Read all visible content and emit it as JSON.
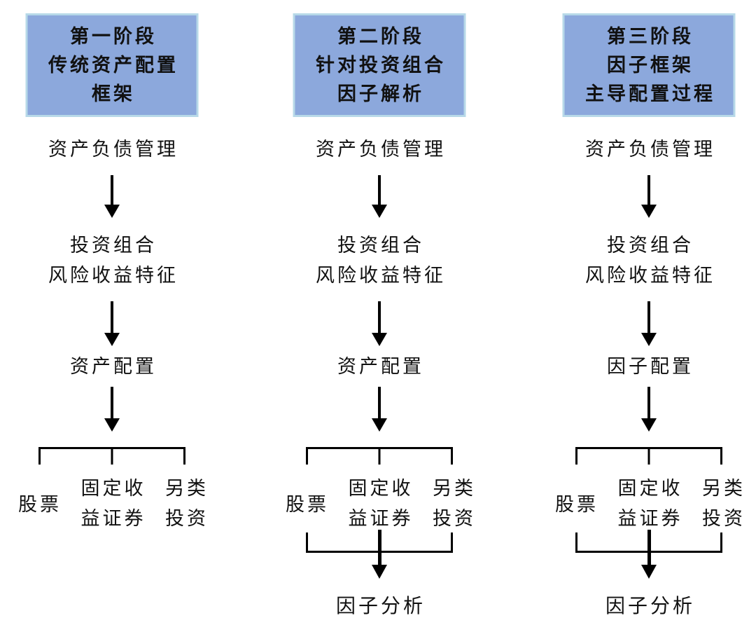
{
  "diagram": {
    "columns": [
      {
        "header": [
          "第一阶段",
          "传统资产配置",
          "框架"
        ],
        "step1": "资产负债管理",
        "step2": [
          "投资组合",
          "风险收益特征"
        ],
        "step3": "资产配置",
        "assets": [
          [
            "股票"
          ],
          [
            "固定收",
            "益证券"
          ],
          [
            "另类",
            "投资"
          ]
        ],
        "final": ""
      },
      {
        "header": [
          "第二阶段",
          "针对投资组合",
          "因子解析"
        ],
        "step1": "资产负债管理",
        "step2": [
          "投资组合",
          "风险收益特征"
        ],
        "step3": "资产配置",
        "assets": [
          [
            "股票"
          ],
          [
            "固定收",
            "益证券"
          ],
          [
            "另类",
            "投资"
          ]
        ],
        "final": "因子分析"
      },
      {
        "header": [
          "第三阶段",
          "因子框架",
          "主导配置过程"
        ],
        "step1": "资产负债管理",
        "step2": [
          "投资组合",
          "风险收益特征"
        ],
        "step3": "因子配置",
        "assets": [
          [
            "股票"
          ],
          [
            "固定收",
            "益证券"
          ],
          [
            "另类",
            "投资"
          ]
        ],
        "final": "因子分析"
      }
    ],
    "colors": {
      "box_fill": "#8CA8DC",
      "box_border": "#B7D9E8",
      "line": "#000000"
    }
  }
}
